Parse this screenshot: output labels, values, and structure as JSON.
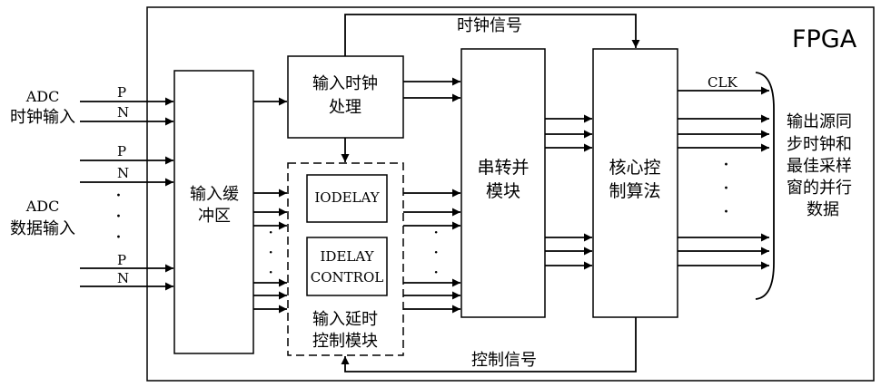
{
  "fpga_label": "FPGA",
  "adc_clock": {
    "line1": "ADC",
    "line2": "时钟输入"
  },
  "adc_data": {
    "line1": "ADC",
    "line2": "数据输入"
  },
  "p_label": "P",
  "n_label": "N",
  "dot": "·",
  "input_buffer": {
    "line1": "输入缓",
    "line2": "冲区"
  },
  "clock_proc": {
    "line1": "输入时钟",
    "line2": "处理"
  },
  "iodelay": "IODELAY",
  "idelay_control": {
    "line1": "IDELAY",
    "line2": "CONTROL"
  },
  "delay_module": {
    "line1": "输入延时",
    "line2": "控制模块"
  },
  "s2p": {
    "line1": "串转并",
    "line2": "模块"
  },
  "core": {
    "line1": "核心控",
    "line2": "制算法"
  },
  "clock_signal": "时钟信号",
  "control_signal": "控制信号",
  "clk": "CLK",
  "output": {
    "line1": "输出源同",
    "line2": "步时钟和",
    "line3": "最佳采样",
    "line4": "窗的并行",
    "line5": "数据"
  },
  "colors": {
    "line": "#000000",
    "background": "#ffffff"
  }
}
